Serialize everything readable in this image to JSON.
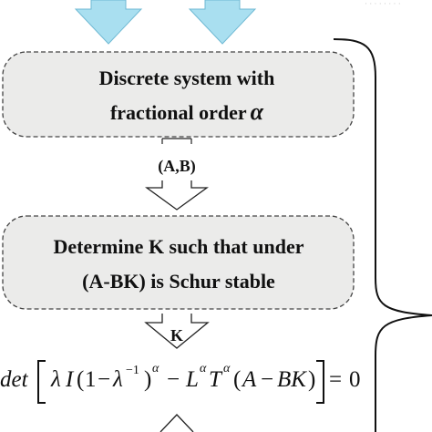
{
  "nodes": {
    "box1": {
      "line1": "Discrete system with",
      "line2_text": "fractional order",
      "line2_symbol": "α"
    },
    "box2": {
      "line1": "Determine K such that under",
      "line2": "(A-BK) is Schur stable"
    }
  },
  "edges": {
    "ab_label": "(A,B)",
    "k_label": "K"
  },
  "equation": {
    "det": "det",
    "lambda": "λ",
    "identity": "I",
    "one": "1",
    "minus": "−",
    "lambda_inv": "λ",
    "inv_exp": "−1",
    "alpha1": "α",
    "L": "L",
    "alpha2": "α",
    "T": "T",
    "alpha3": "α",
    "A": "A",
    "BK": "BK",
    "equals": "=",
    "zero": "0"
  },
  "colors": {
    "input_arrow_fill": "#a9dff0",
    "input_arrow_stroke": "#6fb9d3",
    "box_fill": "#ebebea",
    "box_border": "#444444"
  }
}
